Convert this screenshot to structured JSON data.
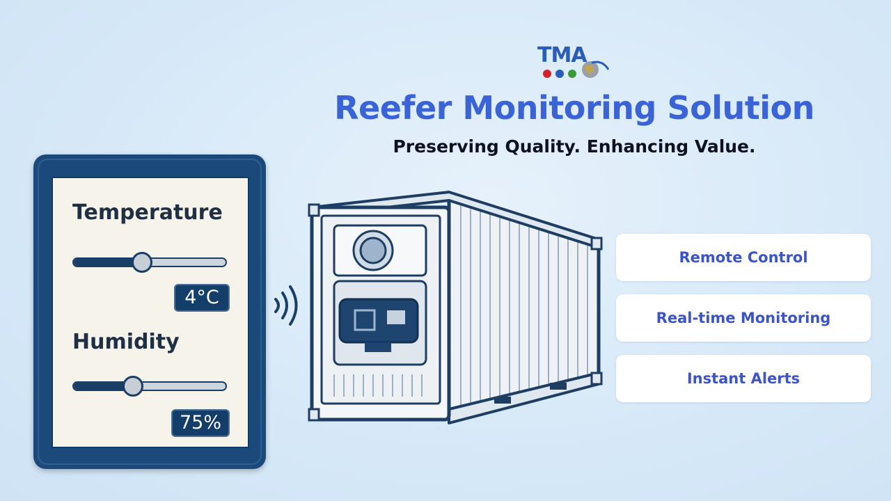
{
  "header": {
    "logo_text": "TMA",
    "title": "Reefer Monitoring Solution",
    "subtitle": "Preserving Quality. Enhancing Value."
  },
  "tablet": {
    "temperature": {
      "label": "Temperature",
      "value": "4°C",
      "level": 0.45
    },
    "humidity": {
      "label": "Humidity",
      "value": "75%",
      "level": 0.39
    }
  },
  "features": [
    {
      "label": "Remote Control"
    },
    {
      "label": "Real-time Monitoring"
    },
    {
      "label": "Instant Alerts"
    }
  ],
  "colors": {
    "accent": "#3a63d8",
    "tablet_frame": "#1b4a7a",
    "logo_dots": [
      "#d2232a",
      "#2a5db8",
      "#3a9a3a"
    ]
  },
  "icons": [
    "wireless-signal-icon",
    "globe-icon",
    "container-illustration"
  ]
}
